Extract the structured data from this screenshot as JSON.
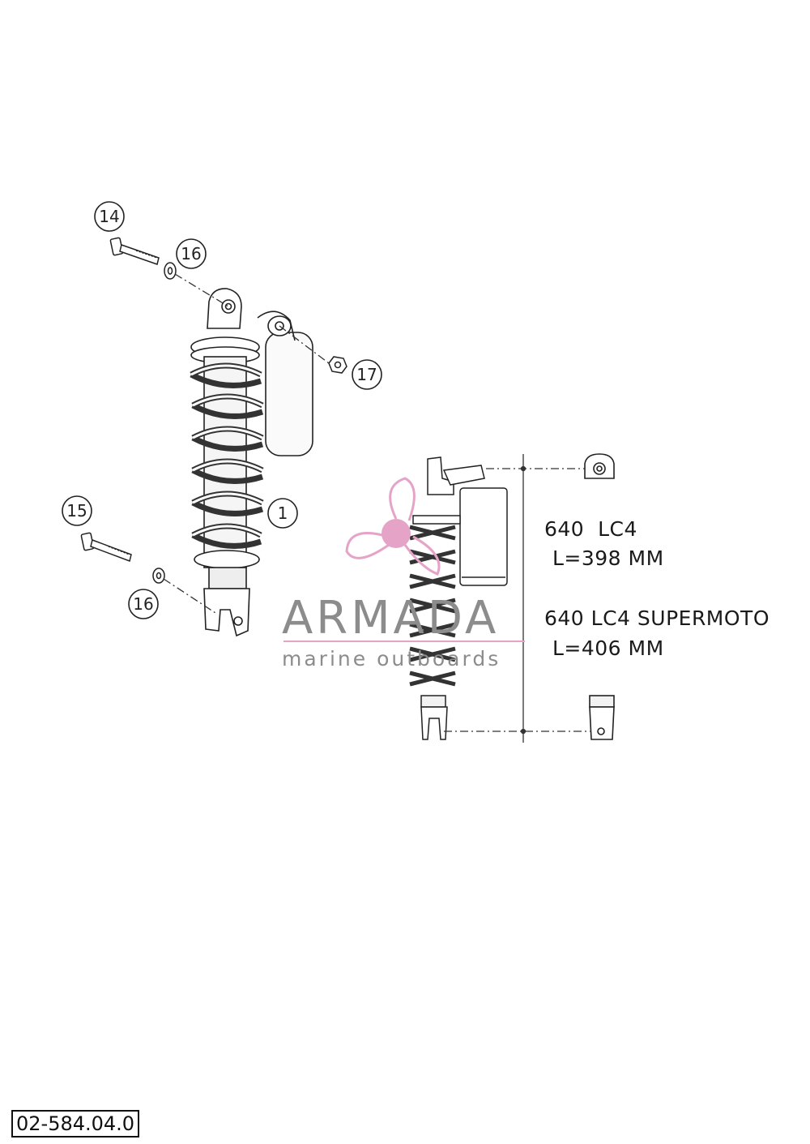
{
  "callouts": {
    "c14": "14",
    "c16_top": "16",
    "c17": "17",
    "c1": "1",
    "c15": "15",
    "c16_bottom": "16"
  },
  "specs": {
    "model_1": "640  LC4",
    "length_1": "L=398 MM",
    "model_2": "640 LC4 SUPERMOTO",
    "length_2": "L=406 MM"
  },
  "watermark": {
    "title": "ARMADA",
    "subtitle": "marine outboards",
    "accent_color": "#e6a3c8",
    "text_color": "#8c8c8c"
  },
  "drawing_number": "02-584.04.0"
}
